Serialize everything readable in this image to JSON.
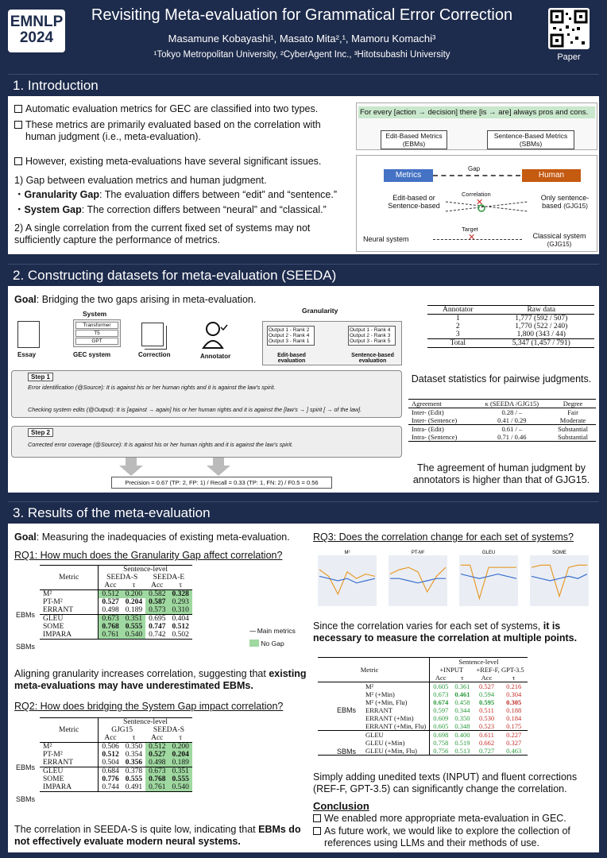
{
  "header": {
    "logo_line1": "EMNLP",
    "logo_line2": "2024",
    "title": "Revisiting Meta-evaluation for Grammatical Error Correction",
    "authors": "Masamune Kobayashi¹, Masato Mita²,¹, Mamoru Komachi³",
    "affiliations": "¹Tokyo Metropolitan University, ²CyberAgent Inc., ³Hitotsubashi University",
    "qr_label": "Paper"
  },
  "sec1": {
    "title": "1. Introduction",
    "b1": "Automatic evaluation metrics for GEC are classified into two types.",
    "b2": "These metrics are primarily evaluated based on the correlation with human judgment (i.e., meta-evaluation).",
    "b3": "However, existing meta-evaluations have several significant issues.",
    "i1": "1) Gap between evaluation metrics and human judgment.",
    "gran_label": "Granularity Gap",
    "gran_text": ": The evaluation differs between “edit” and “sentence.”",
    "sys_label": "System Gap",
    "sys_text": ": The correction differs between “neural” and “classical.”",
    "i2": "2) A single correlation from the current fixed set of systems may not sufficiently capture the performance of metrics.",
    "diag": {
      "sentence": "For every [action → decision] there [is → are] always pros and cons.",
      "ebm": "Edit-Based Metrics (EBMs)",
      "sbm": "Sentence-Based Metrics (SBMs)",
      "metrics": "Metrics",
      "gap": "Gap",
      "human": "Human",
      "edit_based": "Edit-based or Sentence-based",
      "correlation": "Correlation",
      "only": "Only sentence-based",
      "gjg1": "(GJG15)",
      "target": "Target",
      "neural": "Neural system",
      "classical": "Classical system",
      "gjg2": "(GJG15)"
    }
  },
  "sec2": {
    "title": "2. Constructing datasets for meta-evaluation (SEEDA)",
    "goal_label": "Goal",
    "goal_text": ": Bridging the two gaps arising in meta-evaluation.",
    "fig": {
      "granularity": "Granularity",
      "system": "System",
      "transformer": "Transformer",
      "t5": "T5",
      "gpt": "GPT",
      "essay": "Essay",
      "gec": "GEC system",
      "correction": "Correction",
      "annotator": "Annotator",
      "edit_outputs": "Output 1 - Rank 2\nOutput 2 - Rank 4\nOutput 3 - Rank 1",
      "sent_outputs": "Output 1 - Rank 4\nOutput 2 - Rank 3\nOutput 3 - Rank 5",
      "edit_eval": "Edit-based evaluation",
      "sent_eval": "Sentence-based evaluation",
      "step1": "Step 1",
      "err_id": "Error identification (@Source): It is against his or her human rights and it is against the law's spirit.",
      "check": "Checking system edits (@Output): It is [against → again] his or her human rights and it is against the [law's → ] spirit [ → of the law].",
      "step2": "Step 2",
      "corr": "Corrected error coverage (@Source): It is against his or her human rights and it is against the law's spirit.",
      "formula": "Precision = 0.67 (TP: 2, FP: 1) / Recall = 0.33 (TP: 1, FN: 2) / F0.5 = 0.56"
    },
    "t1_head": [
      "Annotator",
      "Raw data"
    ],
    "t1_rows": [
      [
        "1",
        "1,777 (592 / 507)"
      ],
      [
        "2",
        "1,770 (522 / 240)"
      ],
      [
        "3",
        "1,800 (343 / 44)"
      ]
    ],
    "t1_total": [
      "Total",
      "5,347 (1,457 / 791)"
    ],
    "t1_caption": "Dataset statistics for pairwise judgments.",
    "t2_head": [
      "Agreement",
      "κ (SEEDA /GJG15)",
      "Degree"
    ],
    "t2_rows": [
      [
        "Inter- (Edit)",
        "0.28 / –",
        "Fair"
      ],
      [
        "Inter- (Sentence)",
        "0.41 / 0.29",
        "Moderate"
      ],
      [
        "Intra- (Edit)",
        "0.61 / –",
        "Substantial"
      ],
      [
        "Intra- (Sentence)",
        "0.71 / 0.46",
        "Substantial"
      ]
    ],
    "t2_caption": "The agreement of human judgment by annotators is higher than that of GJG15."
  },
  "sec3": {
    "title": "3. Results of the meta-evaluation",
    "goal_label": "Goal",
    "goal_text": ": Measuring the inadequacies of existing meta-evaluation.",
    "rq1": "RQ1: How much does the Granularity Gap affect correlation?",
    "rq1_table": {
      "sent": "Sentence-level",
      "metric": "Metric",
      "c1": "SEEDA-S",
      "c2": "SEEDA-E",
      "acc": "Acc",
      "tau": "τ",
      "ebms": "EBMs",
      "sbms": "SBMs",
      "rows": [
        [
          "M²",
          "0.512",
          "0.200",
          "0.582",
          "0.328"
        ],
        [
          "PT-M²",
          "0.527",
          "0.204",
          "0.587",
          "0.293"
        ],
        [
          "ERRANT",
          "0.498",
          "0.189",
          "0.573",
          "0.310"
        ],
        [
          "GLEU",
          "0.673",
          "0.351",
          "0.695",
          "0.404"
        ],
        [
          "SOME",
          "0.768",
          "0.555",
          "0.747",
          "0.512"
        ],
        [
          "IMPARA",
          "0.761",
          "0.540",
          "0.742",
          "0.502"
        ]
      ],
      "legend_main": "Main metrics",
      "legend_nogap": "No Gap"
    },
    "rq1_text1": "Aligning granularity increases correlation, suggesting that ",
    "rq1_text2": "existing meta-evaluations may have underestimated EBMs.",
    "rq2": "RQ2: How does bridging the System Gap impact correlation?",
    "rq2_table": {
      "sent": "Sentence-level",
      "metric": "Metric",
      "c1": "GJG15",
      "c2": "SEEDA-S",
      "acc": "Acc",
      "tau": "τ",
      "ebms": "EBMs",
      "sbms": "SBMs",
      "rows": [
        [
          "M²",
          "0.506",
          "0.350",
          "0.512",
          "0.200"
        ],
        [
          "PT-M²",
          "0.512",
          "0.354",
          "0.527",
          "0.204"
        ],
        [
          "ERRANT",
          "0.504",
          "0.356",
          "0.498",
          "0.189"
        ],
        [
          "GLEU",
          "0.684",
          "0.378",
          "0.673",
          "0.351"
        ],
        [
          "SOME",
          "0.776",
          "0.555",
          "0.768",
          "0.555"
        ],
        [
          "IMPARA",
          "0.744",
          "0.491",
          "0.761",
          "0.540"
        ]
      ]
    },
    "rq2_text1": "The correlation in SEEDA-S is quite low, indicating that ",
    "rq2_text2": "EBMs do not effectively evaluate modern neural systems.",
    "rq3": "RQ3: Does the correlation change for each set of systems?",
    "plots": [
      "M²",
      "PT-M²",
      "GLEU",
      "SOME"
    ],
    "rq3_text1": "Since the correlation varies for each set of systems, ",
    "rq3_text2": "it is necessary to measure the correlation at multiple points.",
    "rq3_table": {
      "sent": "Sentence-level",
      "metric": "Metric",
      "c1": "+INPUT",
      "c2": "+REF-F, GPT-3.5",
      "acc": "Acc",
      "tau": "τ",
      "ebms": "EBMs",
      "sbms": "SBMs",
      "rows": [
        [
          "M²",
          "0.605",
          "0.361",
          "0.527",
          "0.216"
        ],
        [
          "M² (+Min)",
          "0.673",
          "0.461",
          "0.594",
          "0.304"
        ],
        [
          "M² (+Min, Flu)",
          "0.674",
          "0.458",
          "0.595",
          "0.305"
        ],
        [
          "ERRANT",
          "0.597",
          "0.344",
          "0.511",
          "0.188"
        ],
        [
          "ERRANT (+Min)",
          "0.609",
          "0.350",
          "0.530",
          "0.184"
        ],
        [
          "ERRANT (+Min, Flu)",
          "0.605",
          "0.348",
          "0.523",
          "0.175"
        ],
        [
          "GLEU",
          "0.698",
          "0.400",
          "0.611",
          "0.227"
        ],
        [
          "GLEU (+Min)",
          "0.758",
          "0.519",
          "0.662",
          "0.327"
        ],
        [
          "GLEU (+Min, Flu)",
          "0.756",
          "0.513",
          "0.727",
          "0.463"
        ]
      ]
    },
    "rq3_text3": "Simply adding unedited texts (INPUT) and fluent corrections (REF-F, GPT-3.5) can significantly change the correlation.",
    "conclusion": "Conclusion",
    "c1": "We enabled more appropriate meta-evaluation in GEC.",
    "c2": "As future work, we would like to explore the collection of references using LLMs and their methods of use."
  }
}
